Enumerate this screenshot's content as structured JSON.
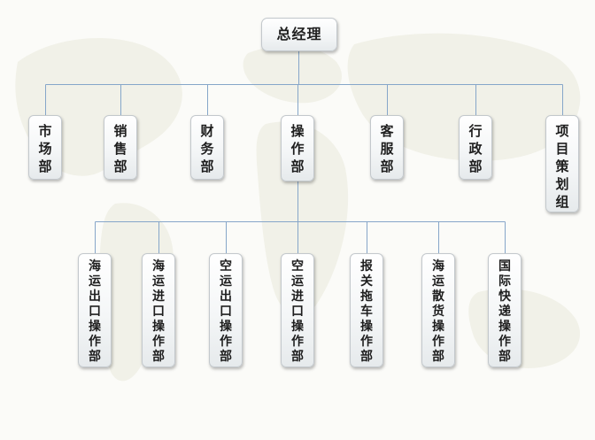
{
  "root": {
    "label": "总经理"
  },
  "departments": [
    {
      "label": "市场部"
    },
    {
      "label": "销售部"
    },
    {
      "label": "财务部"
    },
    {
      "label": "操作部"
    },
    {
      "label": "客服部"
    },
    {
      "label": "行政部"
    },
    {
      "label": "项目策划组"
    }
  ],
  "operations_units": [
    {
      "label": "海运出口操作部"
    },
    {
      "label": "海运进口操作部"
    },
    {
      "label": "空运出口操作部"
    },
    {
      "label": "空运进口操作部"
    },
    {
      "label": "报关拖车操作部"
    },
    {
      "label": "海运散货操作部"
    },
    {
      "label": "国际快递操作部"
    }
  ],
  "colors": {
    "connector": "#86a6c9",
    "box_border": "#c3c8cc",
    "text": "#1e1e1e"
  }
}
